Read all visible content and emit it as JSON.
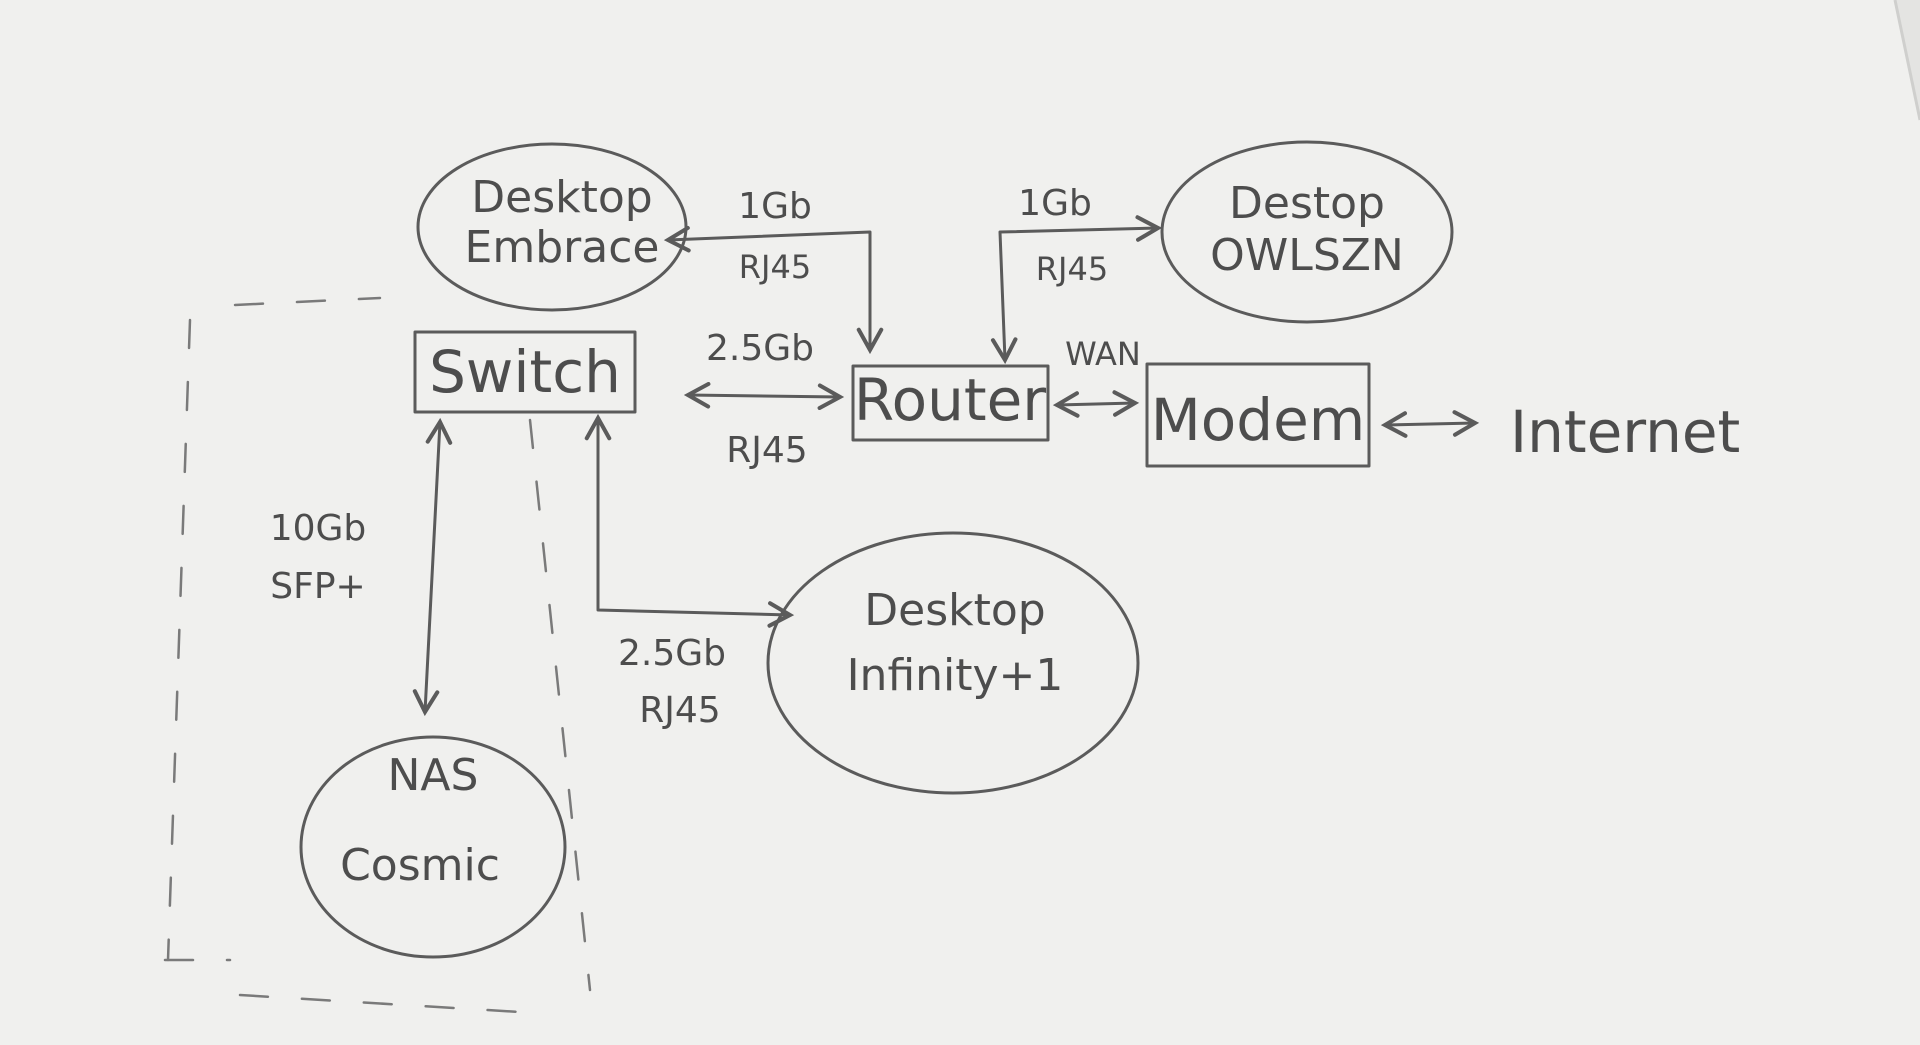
{
  "nodes": {
    "desktop_embrace": {
      "line1": "Desktop",
      "line2": "Embrace"
    },
    "desktop_owlszn": {
      "line1": "Destop",
      "line2": "OWLSZN"
    },
    "switch": {
      "label": "Switch"
    },
    "router": {
      "label": "Router"
    },
    "modem": {
      "label": "Modem"
    },
    "internet": {
      "label": "Internet"
    },
    "desktop_infinity": {
      "line1": "Desktop",
      "line2": "Infinity+1"
    },
    "nas_cosmic": {
      "line1": "NAS",
      "line2": "Cosmic"
    }
  },
  "links": {
    "router_embrace": {
      "speed": "1Gb",
      "medium": "RJ45"
    },
    "router_owlszn": {
      "speed": "1Gb",
      "medium": "RJ45"
    },
    "switch_router": {
      "speed": "2.5Gb",
      "medium": "RJ45"
    },
    "router_modem": {
      "label": "WAN"
    },
    "switch_nas": {
      "speed": "10Gb",
      "medium": "SFP+"
    },
    "switch_infinity": {
      "speed": "2.5Gb",
      "medium": "RJ45"
    }
  },
  "colors": {
    "paper": "#f0f0ee",
    "pencil": "#5b5b5b"
  }
}
